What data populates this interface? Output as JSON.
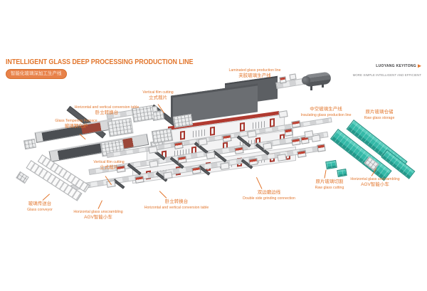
{
  "header": {
    "title": "INTELLIGENT GLASS DEEP PROCESSING PRODUCTION LINE",
    "badge": "智能化玻璃深加工生产线"
  },
  "logo": {
    "name": "LUOYANG KEYITONG",
    "tagline": "MORE SIMPLE INTELLIGENT AND EFFICIENT"
  },
  "labels": {
    "laminated": {
      "l1": "Laminated glass production line",
      "l2": "夹胶玻璃生产线"
    },
    "film_top": {
      "l1": "Vertical film cutting",
      "l2": "立式裁片"
    },
    "conv_top": {
      "l1": "Horizontal and vertical conversion table",
      "l2": "卧立转换台"
    },
    "furnace": {
      "l1": "Glass Tempering Furnace",
      "l2": "玻璃钢化炉"
    },
    "insulating": {
      "l1": "中空玻璃生产线",
      "l2": "Insulating glass production line"
    },
    "storage": {
      "l1": "原片玻璃仓储",
      "l2": "Raw glass storage"
    },
    "film_bottom": {
      "l1": "Vertical film cutting",
      "l2": "立式裁片"
    },
    "conveyor": {
      "l1": "玻璃传送台",
      "l2": "Glass conveyor"
    },
    "agv_left": {
      "l1": "Horizontal glass unscrambling",
      "l2": "AGV智能小车"
    },
    "conv_bottom": {
      "l1": "卧立转换台",
      "l2": "Horizontal and vertical conversion table"
    },
    "grinding": {
      "l1": "双边磨边线",
      "l2": "Double side grinding connection"
    },
    "cutting": {
      "l1": "原片玻璃切割",
      "l2": "Raw glass cutting"
    },
    "agv_right": {
      "l1": "Horizontal glass unscrambling",
      "l2": "AGV智能小车"
    }
  },
  "colors": {
    "accent_orange": "#E2762D",
    "machine_red": "#B5392E",
    "storage_teal": "#35B9A8",
    "building_gray": "#6B6E72"
  }
}
